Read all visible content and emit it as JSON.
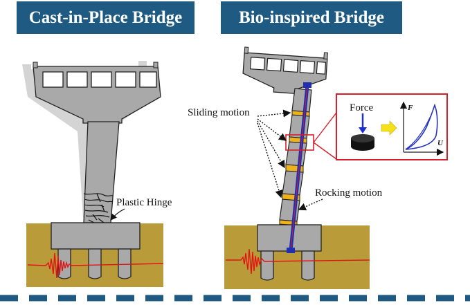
{
  "titles": {
    "left": "Cast-in-Place Bridge",
    "right": "Bio-inspired Bridge"
  },
  "labels": {
    "plastic_hinge": "Plastic Hinge",
    "sliding_motion": "Sliding motion",
    "rocking_motion": "Rocking motion",
    "force": "Force",
    "axis_force": "F",
    "axis_displacement": "U"
  },
  "colors": {
    "title_bg": "#1f5a82",
    "soil": "#b99b39",
    "pier": "#a9a9a9",
    "shadow": "#d4d4d4",
    "rebar": "#1f2fb0",
    "joint": "#f0b21a",
    "seismic": "#e01414",
    "callout": "#d61f2a",
    "divider": "#1f5a82",
    "arrow_force": "#1d2fd0",
    "arrow_result": "#f5e11a"
  }
}
